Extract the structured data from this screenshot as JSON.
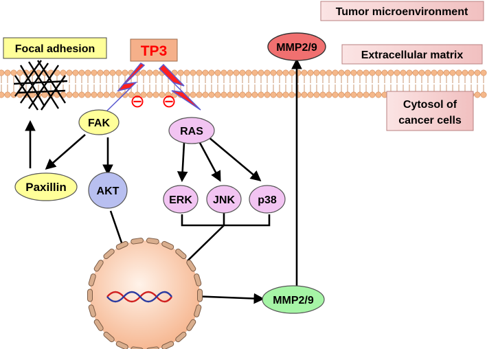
{
  "boxes": {
    "tumor_microenvironment": "Tumor microenvironment",
    "extracellular_matrix": "Extracellular matrix",
    "cytosol_line1": "Cytosol of",
    "cytosol_line2": "cancer cells",
    "focal_adhesion": "Focal adhesion",
    "drug": "TP3"
  },
  "inhibit_symbol": "⊖",
  "nodes": {
    "fak": "FAK",
    "paxillin": "Paxillin",
    "akt": "AKT",
    "ras": "RAS",
    "erk": "ERK",
    "jnk": "JNK",
    "p38": "p38",
    "mmp_cytosol": "MMP2/9",
    "mmp_extracellular": "MMP2/9"
  },
  "colors": {
    "fak": "#ffff99",
    "paxillin": "#ffff99",
    "akt": "#b8bff0",
    "ras_family": "#f2c4f2",
    "mmp_cytosol": "#a6f5a6",
    "mmp_extracellular": "#f07070",
    "drug_box": "#f5b08a",
    "drug_text": "#ff0000",
    "focal_box": "#ffff99",
    "context_box": "#f7d3d3",
    "membrane_head": "#f5b88a",
    "nucleus": "#fbc9a6",
    "lightning": "#ff2020",
    "inhibit": "#ff0000",
    "dna_red": "#d02020",
    "dna_blue": "#2a3aa0"
  }
}
